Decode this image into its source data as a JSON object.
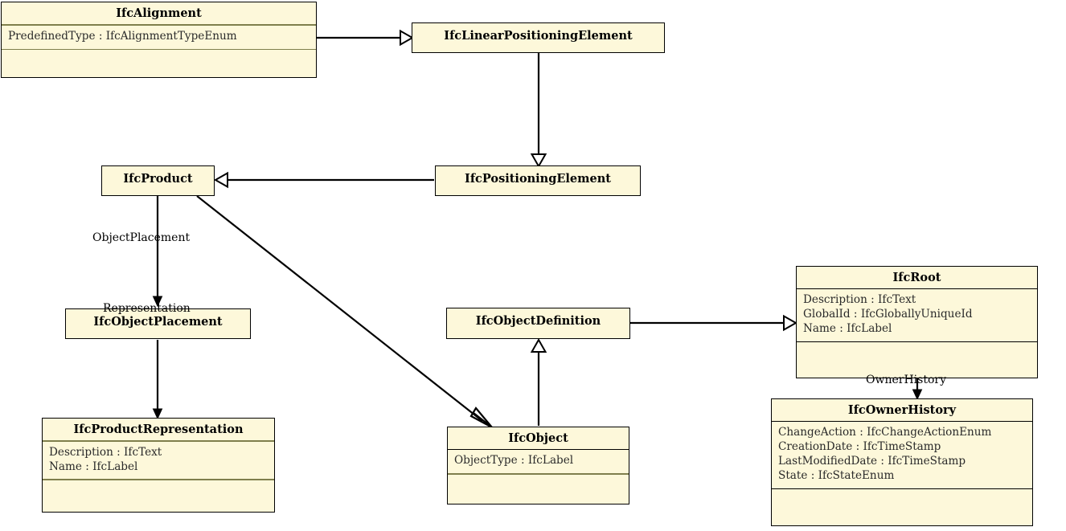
{
  "diagram": {
    "title": "IFC Alignment class hierarchy",
    "colors": {
      "box_fill": "#fdf8da",
      "box_border": "#000000",
      "compartment_divider": "#7f7f4c",
      "line": "#000000",
      "background": "#ffffff"
    }
  },
  "classes": {
    "ifc_alignment": {
      "name": "IfcAlignment",
      "attributes": [
        "PredefinedType : IfcAlignmentTypeEnum"
      ]
    },
    "ifc_linear_positioning_element": {
      "name": "IfcLinearPositioningElement",
      "attributes": []
    },
    "ifc_positioning_element": {
      "name": "IfcPositioningElement",
      "attributes": []
    },
    "ifc_product": {
      "name": "IfcProduct",
      "attributes": []
    },
    "ifc_object_placement": {
      "name": "IfcObjectPlacement",
      "attributes": []
    },
    "ifc_product_representation": {
      "name": "IfcProductRepresentation",
      "attributes": [
        "Description : IfcText",
        "Name : IfcLabel"
      ]
    },
    "ifc_object_definition": {
      "name": "IfcObjectDefinition",
      "attributes": []
    },
    "ifc_object": {
      "name": "IfcObject",
      "attributes": [
        "ObjectType : IfcLabel"
      ]
    },
    "ifc_root": {
      "name": "IfcRoot",
      "attributes": [
        "Description : IfcText",
        "GlobalId : IfcGloballyUniqueId",
        "Name : IfcLabel"
      ]
    },
    "ifc_owner_history": {
      "name": "IfcOwnerHistory",
      "attributes": [
        "ChangeAction : IfcChangeActionEnum",
        "CreationDate : IfcTimeStamp",
        "LastModifiedDate : IfcTimeStamp",
        "State : IfcStateEnum"
      ]
    }
  },
  "edge_labels": {
    "object_placement": "ObjectPlacement",
    "representation": "Representation",
    "owner_history": "OwnerHistory"
  },
  "relationships": [
    {
      "from": "IfcAlignment",
      "to": "IfcLinearPositioningElement",
      "type": "generalization",
      "label": ""
    },
    {
      "from": "IfcLinearPositioningElement",
      "to": "IfcPositioningElement",
      "type": "generalization",
      "label": ""
    },
    {
      "from": "IfcPositioningElement",
      "to": "IfcProduct",
      "type": "generalization",
      "label": ""
    },
    {
      "from": "IfcProduct",
      "to": "IfcObjectPlacement",
      "type": "association",
      "label": "ObjectPlacement"
    },
    {
      "from": "IfcObjectPlacement",
      "to": "IfcProductRepresentation",
      "type": "association",
      "label": "Representation"
    },
    {
      "from": "IfcProduct",
      "to": "IfcObject",
      "type": "generalization",
      "label": ""
    },
    {
      "from": "IfcObject",
      "to": "IfcObjectDefinition",
      "type": "generalization",
      "label": ""
    },
    {
      "from": "IfcObjectDefinition",
      "to": "IfcRoot",
      "type": "generalization",
      "label": ""
    },
    {
      "from": "IfcRoot",
      "to": "IfcOwnerHistory",
      "type": "association",
      "label": "OwnerHistory"
    }
  ]
}
